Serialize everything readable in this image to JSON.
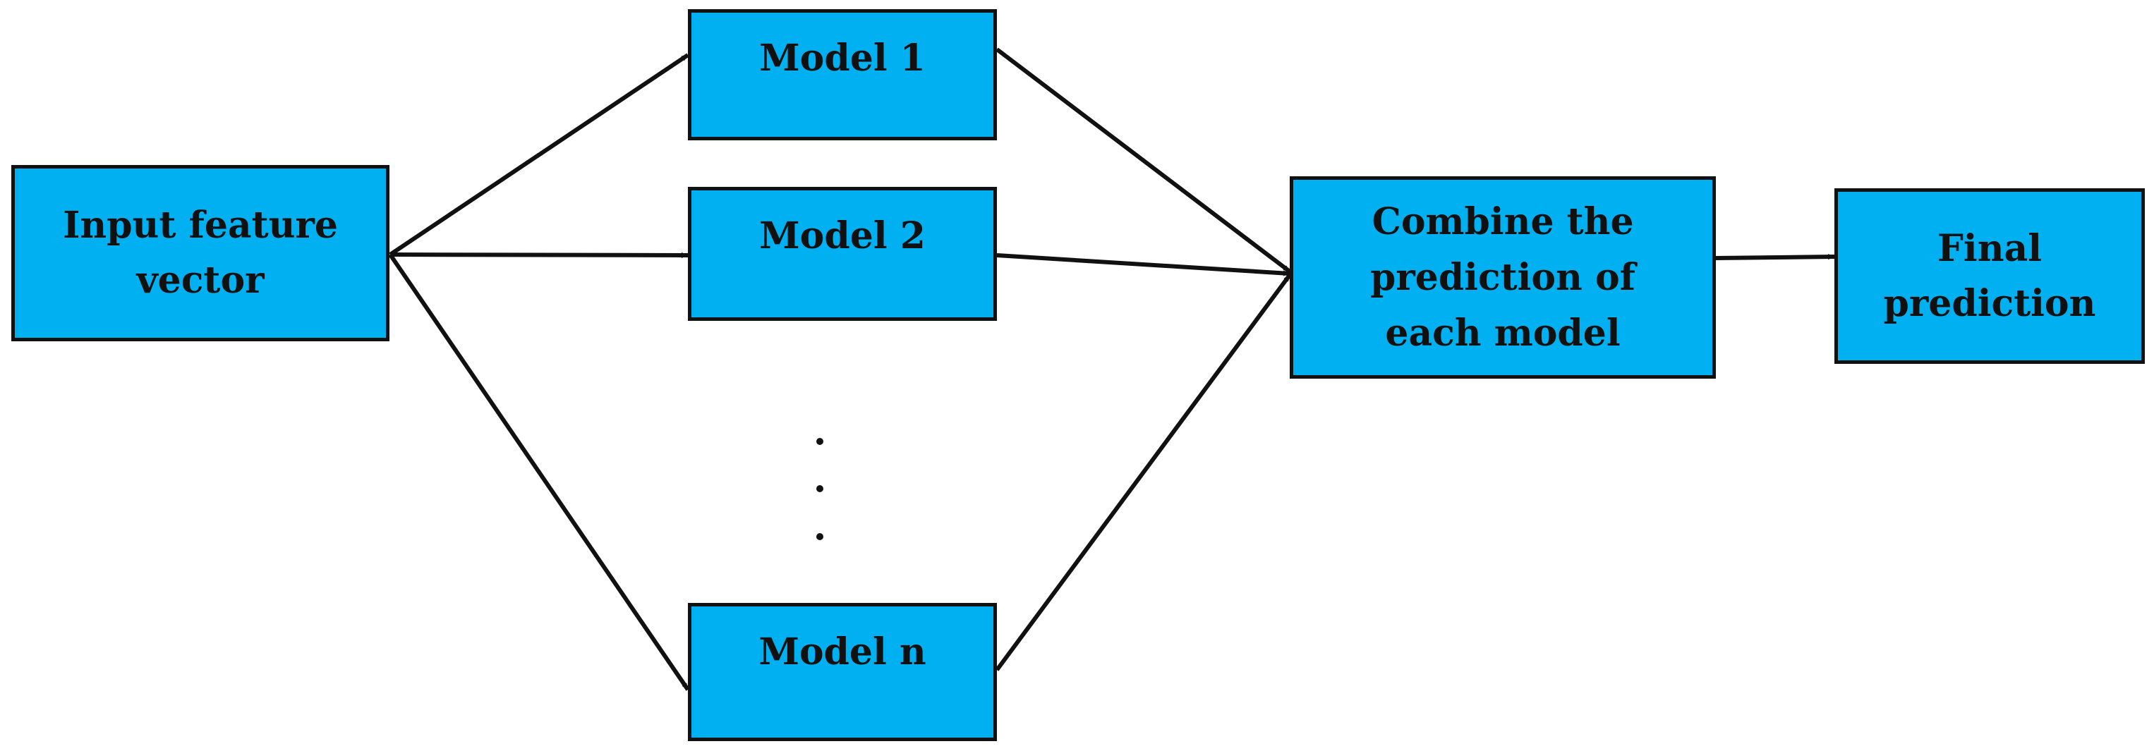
{
  "colors": {
    "box_fill": "#00b0f0",
    "stroke": "#111111",
    "text": "#111111"
  },
  "nodes": {
    "input": "Input feature\nvector",
    "model_1": "Model 1",
    "model_2": "Model 2",
    "model_n": "Model n",
    "combine": "Combine the\nprediction of\neach model",
    "final": "Final\nprediction"
  },
  "edges": [
    {
      "from": "input",
      "to": "model_1"
    },
    {
      "from": "input",
      "to": "model_2"
    },
    {
      "from": "input",
      "to": "model_n"
    },
    {
      "from": "model_1",
      "to": "combine"
    },
    {
      "from": "model_2",
      "to": "combine"
    },
    {
      "from": "model_n",
      "to": "combine"
    },
    {
      "from": "combine",
      "to": "final"
    }
  ]
}
